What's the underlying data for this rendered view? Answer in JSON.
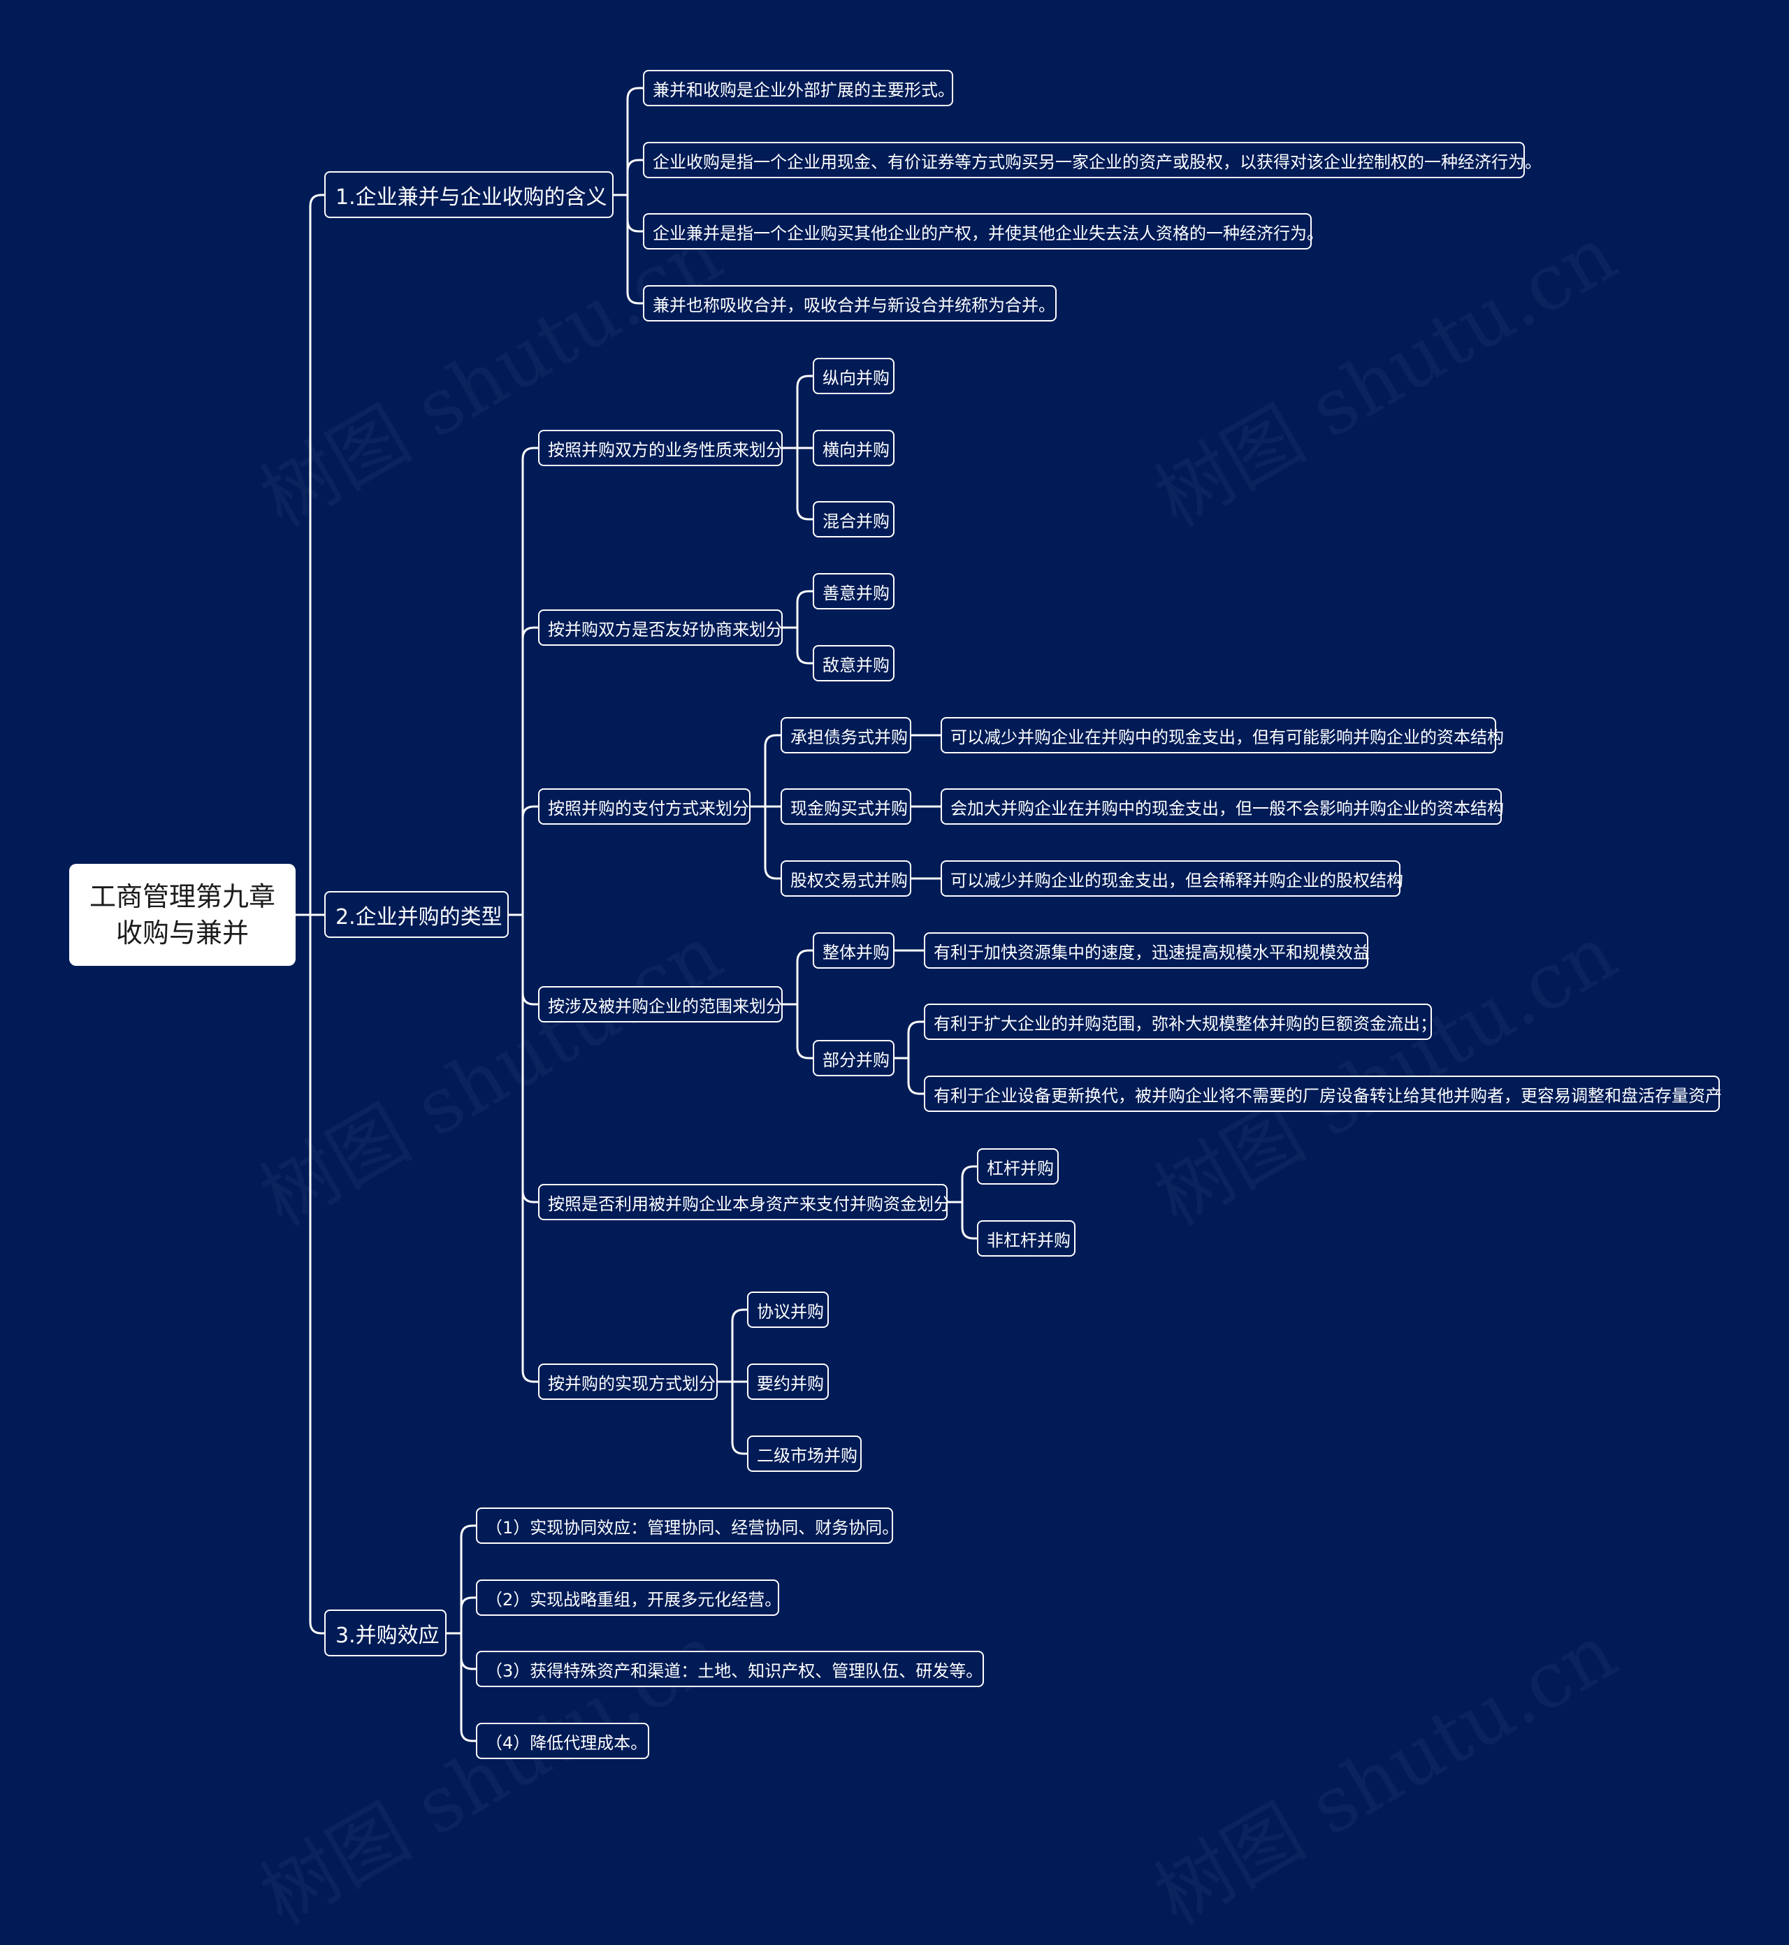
{
  "watermark_text": "树图 shutu.cn",
  "root": {
    "line1": "工商管理第九章",
    "line2": "收购与兼并"
  },
  "branch1": {
    "label": "1.企业兼并与企业收购的含义",
    "items": [
      "兼并和收购是企业外部扩展的主要形式。",
      "企业收购是指一个企业用现金、有价证券等方式购买另一家企业的资产或股权，以获得对该企业控制权的一种经济行为。",
      "企业兼并是指一个企业购买其他企业的产权，并使其他企业失去法人资格的一种经济行为。",
      "兼并也称吸收合并，吸收合并与新设合并统称为合并。"
    ]
  },
  "branch2": {
    "label": "2.企业并购的类型",
    "groups": [
      {
        "label": "按照并购双方的业务性质来划分",
        "items": [
          "纵向并购",
          "横向并购",
          "混合并购"
        ]
      },
      {
        "label": "按并购双方是否友好协商来划分",
        "items": [
          "善意并购",
          "敌意并购"
        ]
      },
      {
        "label": "按照并购的支付方式来划分",
        "items": [
          {
            "label": "承担债务式并购",
            "note": "可以减少并购企业在并购中的现金支出，但有可能影响并购企业的资本结构"
          },
          {
            "label": "现金购买式并购",
            "note": "会加大并购企业在并购中的现金支出，但一般不会影响并购企业的资本结构"
          },
          {
            "label": "股权交易式并购",
            "note": "可以减少并购企业的现金支出，但会稀释并购企业的股权结构"
          }
        ]
      },
      {
        "label": "按涉及被并购企业的范围来划分",
        "items": [
          {
            "label": "整体并购",
            "notes": [
              "有利于加快资源集中的速度，迅速提高规模水平和规模效益"
            ]
          },
          {
            "label": "部分并购",
            "notes": [
              "有利于扩大企业的并购范围，弥补大规模整体并购的巨额资金流出；",
              "有利于企业设备更新换代，被并购企业将不需要的厂房设备转让给其他并购者，更容易调整和盘活存量资产"
            ]
          }
        ]
      },
      {
        "label": "按照是否利用被并购企业本身资产来支付并购资金划分",
        "items": [
          "杠杆并购",
          "非杠杆并购"
        ]
      },
      {
        "label": "按并购的实现方式划分",
        "items": [
          "协议并购",
          "要约并购",
          "二级市场并购"
        ]
      }
    ]
  },
  "branch3": {
    "label": "3.并购效应",
    "items": [
      "（1）实现协同效应：管理协同、经营协同、财务协同。",
      "（2）实现战略重组，开展多元化经营。",
      "（3）获得特殊资产和渠道：土地、知识产权、管理队伍、研发等。",
      "（4）降低代理成本。"
    ]
  },
  "colors": {
    "background": "#001b56",
    "line": "#ffffff",
    "root_fill": "#ffffff"
  }
}
